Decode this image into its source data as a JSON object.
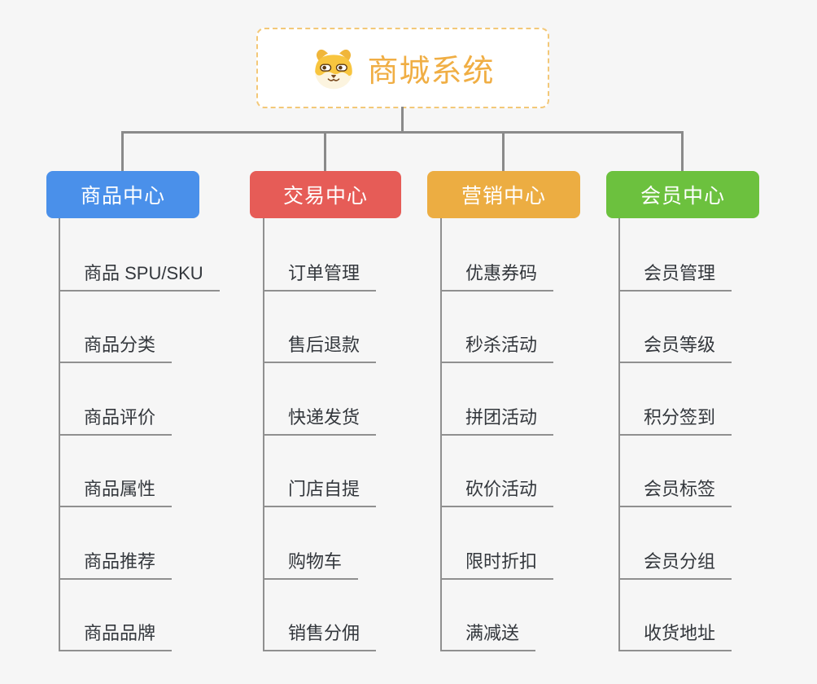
{
  "root": {
    "title": "商城系统",
    "icon": "dog-face-icon"
  },
  "branches": [
    {
      "label": "商品中心",
      "color": "#4a90ea",
      "children": [
        "商品 SPU/SKU",
        "商品分类",
        "商品评价",
        "商品属性",
        "商品推荐",
        "商品品牌"
      ]
    },
    {
      "label": "交易中心",
      "color": "#e65c57",
      "children": [
        "订单管理",
        "售后退款",
        "快递发货",
        "门店自提",
        "购物车",
        "销售分佣"
      ]
    },
    {
      "label": "营销中心",
      "color": "#ecad42",
      "children": [
        "优惠券码",
        "秒杀活动",
        "拼团活动",
        "砍价活动",
        "限时折扣",
        "满减送"
      ]
    },
    {
      "label": "会员中心",
      "color": "#6cc13e",
      "children": [
        "会员管理",
        "会员等级",
        "积分签到",
        "会员标签",
        "会员分组",
        "收货地址"
      ]
    }
  ],
  "colors": {
    "background": "#f6f6f6",
    "connector": "#8a8a8a",
    "leaf_line": "#909090",
    "title": "#f0ae44",
    "root_border": "#f3c878",
    "leaf_text": "#33373c"
  }
}
